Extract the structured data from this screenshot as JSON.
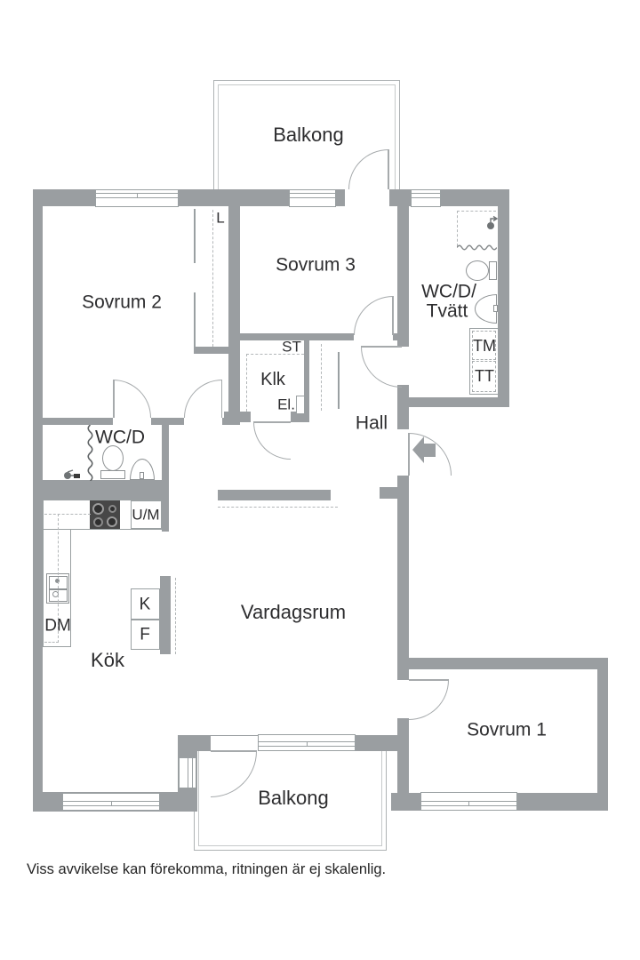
{
  "rooms": {
    "balkong_top": "Balkong",
    "sovrum2": "Sovrum 2",
    "sovrum3": "Sovrum 3",
    "wcd_tvatt_line1": "WC/D/",
    "wcd_tvatt_line2": "Tvätt",
    "klk": "Klk",
    "hall": "Hall",
    "wcd": "WC/D",
    "kok": "Kök",
    "vardagsrum": "Vardagsrum",
    "sovrum1": "Sovrum 1",
    "balkong_bottom": "Balkong"
  },
  "closets_appliances": {
    "l": "L",
    "st": "ST",
    "el": "El.",
    "tm": "TM",
    "tt": "TT",
    "um": "U/M",
    "dm": "DM",
    "k": "K",
    "f": "F"
  },
  "footer": {
    "disclaimer": "Viss avvikelse kan förekomma, ritningen är ej skalenlig."
  },
  "colors": {
    "wall": "#9a9ea1",
    "line": "#a6aaac",
    "text": "#2d2d2f",
    "fixture_dark": "#474747"
  }
}
